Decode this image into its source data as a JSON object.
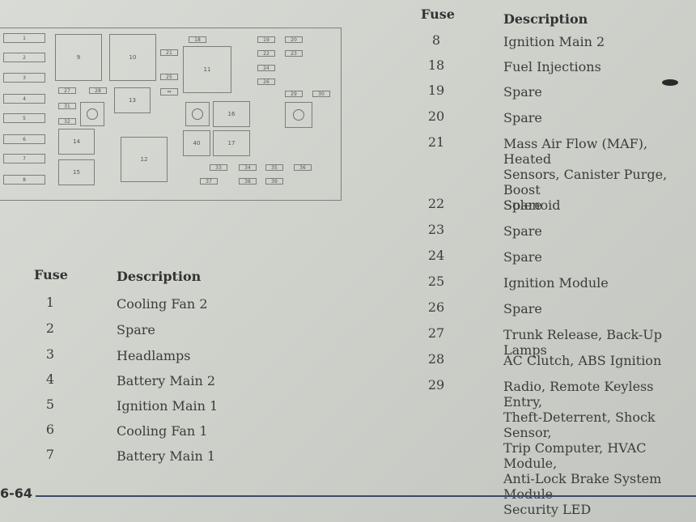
{
  "diagram": {
    "labels": [
      "1",
      "2",
      "3",
      "4",
      "5",
      "6",
      "7",
      "8",
      "9",
      "10",
      "11",
      "12",
      "13",
      "14",
      "15",
      "16",
      "17",
      "18",
      "19",
      "20",
      "21",
      "22",
      "23",
      "24",
      "25",
      "26",
      "27",
      "28",
      "29",
      "30",
      "31",
      "32",
      "33",
      "34",
      "35",
      "36",
      "37",
      "38",
      "39",
      "40"
    ]
  },
  "left_table": {
    "header_fuse": "Fuse",
    "header_desc": "Description",
    "rows": [
      {
        "fuse": "1",
        "desc": "Cooling Fan 2"
      },
      {
        "fuse": "2",
        "desc": "Spare"
      },
      {
        "fuse": "3",
        "desc": "Headlamps"
      },
      {
        "fuse": "4",
        "desc": "Battery Main 2"
      },
      {
        "fuse": "5",
        "desc": "Ignition Main 1"
      },
      {
        "fuse": "6",
        "desc": "Cooling Fan 1"
      },
      {
        "fuse": "7",
        "desc": "Battery Main 1"
      }
    ]
  },
  "right_table": {
    "header_fuse": "Fuse",
    "header_desc": "Description",
    "rows": [
      {
        "fuse": "8",
        "desc": "Ignition Main 2"
      },
      {
        "fuse": "18",
        "desc": "Fuel Injections"
      },
      {
        "fuse": "19",
        "desc": "Spare"
      },
      {
        "fuse": "20",
        "desc": "Spare"
      },
      {
        "fuse": "21",
        "desc": [
          "Mass Air Flow (MAF), Heated",
          "Sensors, Canister Purge, Boost",
          "Solenoid"
        ]
      },
      {
        "fuse": "22",
        "desc": "Spare"
      },
      {
        "fuse": "23",
        "desc": "Spare"
      },
      {
        "fuse": "24",
        "desc": "Spare"
      },
      {
        "fuse": "25",
        "desc": "Ignition Module"
      },
      {
        "fuse": "26",
        "desc": "Spare"
      },
      {
        "fuse": "27",
        "desc": "Trunk Release, Back-Up Lamps"
      },
      {
        "fuse": "28",
        "desc": "AC Clutch, ABS Ignition"
      },
      {
        "fuse": "29",
        "desc": [
          "Radio, Remote Keyless Entry,",
          "Theft-Deterrent, Shock Sensor,",
          "Trip Computer, HVAC Module,",
          "Anti-Lock Brake System Module",
          "Security LED"
        ]
      }
    ]
  },
  "footer": {
    "page_number": "6-64"
  }
}
